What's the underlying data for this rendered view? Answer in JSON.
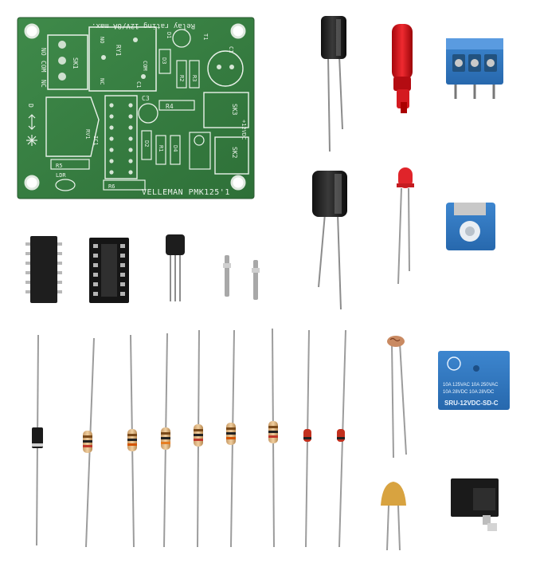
{
  "pcb": {
    "brand": "VELLEMAN PMK125'1",
    "relay_rating": "Relay rating 12V/8A max.",
    "terminal_labels": [
      "NO",
      "COM",
      "NC"
    ],
    "sk1": "SK1",
    "sk2": "SK2",
    "sk3": "SK3",
    "ry1": "RY1",
    "ry_pins": [
      "NO",
      "COM",
      "NC",
      "C1"
    ],
    "refs": [
      "D1",
      "T1",
      "C1",
      "D3",
      "R2",
      "R3",
      "R4",
      "C3",
      "IC1",
      "D2",
      "R1",
      "D4",
      "R5",
      "LDR",
      "R6",
      "RV1",
      "+12VDC",
      "D"
    ]
  },
  "relay_part": {
    "line1": "10A 125VAC  10A 250VAC",
    "line2": "10A 28VDC   10A 28VDC",
    "model": "SRU-12VDC-SD-C"
  }
}
